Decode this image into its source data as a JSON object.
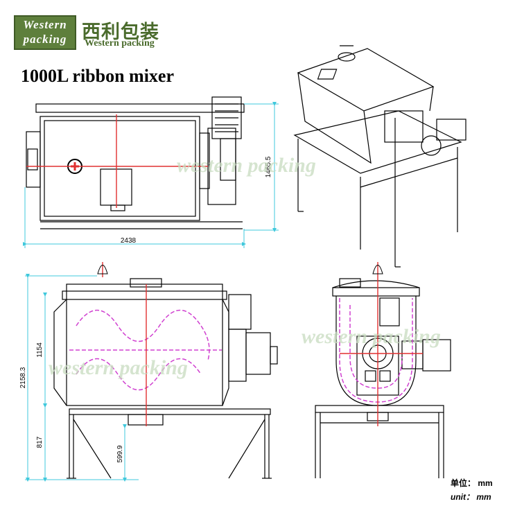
{
  "brand": {
    "logo_line1": "Western",
    "logo_line2": "packing",
    "name_cn": "西利包装",
    "name_en": "Western packing"
  },
  "title": "1000L ribbon mixer",
  "watermark": "western packing",
  "dimensions": {
    "top_width": "2438",
    "top_height": "1465.5",
    "front_total_height": "2158.3",
    "front_body_height": "1154",
    "front_frame_height": "817",
    "front_outlet_height": "599.9"
  },
  "units": {
    "cn": "单位： mm",
    "en": "unit： mm"
  },
  "colors": {
    "brand_green": "#5e7f3c",
    "dimension_cyan": "#3fc8dc",
    "centerline_red": "#e03030",
    "ribbon_magenta": "#d040d0"
  }
}
